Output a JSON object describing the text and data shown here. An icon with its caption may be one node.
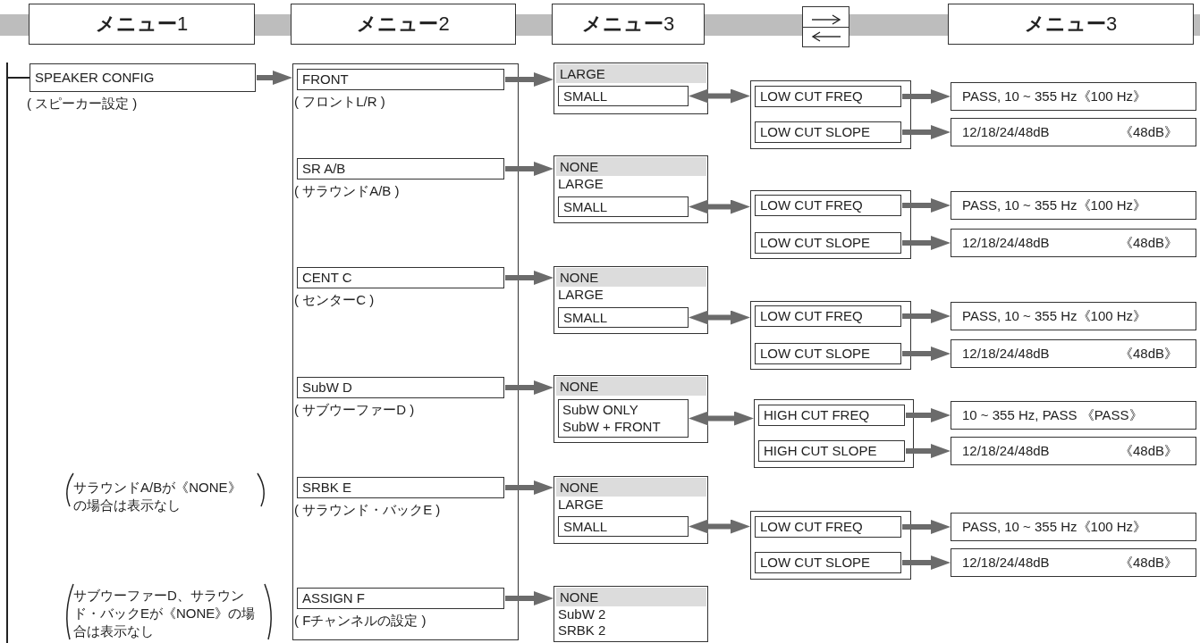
{
  "diagram": {
    "nodes": [
      {
        "text": [
          "**メニュー**1"
        ]
      },
      {
        "text": [
          "**メニュー**2"
        ]
      },
      {
        "text": [
          "**メニュー**3"
        ]
      },
      {
        "text": [],
        "shape": "box"
      },
      {
        "text": [
          "**メニュー**3"
        ]
      },
      {
        "text": [
          "SPEAKER CONFIG"
        ],
        "beside": [
          "( スピーカー設定 )"
        ]
      },
      {
        "text": [],
        "shape": "box"
      },
      {
        "text": [
          "FRONT"
        ],
        "in": 6,
        "beside": [
          "( フロントL/R )"
        ]
      },
      {
        "text": [],
        "shape": "box"
      },
      {
        "text": [
          "LARGE"
        ],
        "in": 8
      },
      {
        "text": [
          "SMALL"
        ],
        "in": 8
      },
      {
        "text": [],
        "shape": "box"
      },
      {
        "text": [
          "LOW CUT FREQ"
        ],
        "in": 11
      },
      {
        "text": [
          "LOW CUT SLOPE"
        ],
        "in": 11
      },
      {
        "text": [
          "PASS, 10 ~ 355 Hz《100 Hz》"
        ]
      },
      {
        "text": [
          "12/18/24/48dB",
          "《48dB》"
        ]
      },
      {
        "text": [
          "SR A/B"
        ],
        "in": 6,
        "beside": [
          "( サラウンドA/B )"
        ]
      },
      {
        "text": [
          "LARGE"
        ]
      },
      {
        "text": [
          "NONE"
        ],
        "in": 17
      },
      {
        "text": [
          "SMALL"
        ],
        "in": 17
      },
      {
        "text": [],
        "shape": "box"
      },
      {
        "text": [
          "LOW CUT FREQ"
        ],
        "in": 20
      },
      {
        "text": [
          "LOW CUT SLOPE"
        ],
        "in": 20
      },
      {
        "text": [
          "PASS, 10 ~ 355 Hz《100 Hz》"
        ]
      },
      {
        "text": [
          "12/18/24/48dB",
          "《48dB》"
        ]
      },
      {
        "text": [
          "CENT C"
        ],
        "in": 6,
        "beside": [
          "( センターC )"
        ]
      },
      {
        "text": [
          "LARGE"
        ]
      },
      {
        "text": [
          "NONE"
        ],
        "in": 26
      },
      {
        "text": [
          "SMALL"
        ],
        "in": 26
      },
      {
        "text": [],
        "shape": "box"
      },
      {
        "text": [
          "LOW CUT FREQ"
        ],
        "in": 29
      },
      {
        "text": [
          "LOW CUT SLOPE"
        ],
        "in": 29
      },
      {
        "text": [
          "PASS, 10 ~ 355 Hz《100 Hz》"
        ]
      },
      {
        "text": [
          "12/18/24/48dB",
          "《48dB》"
        ]
      },
      {
        "text": [
          "SubW D"
        ],
        "in": 6,
        "beside": [
          "( サブウーファーD )"
        ]
      },
      {
        "text": [],
        "shape": "box"
      },
      {
        "text": [
          "NONE"
        ],
        "in": 35
      },
      {
        "text": [
          "SubW ONLY",
          "SubW + FRONT"
        ],
        "in": 35
      },
      {
        "text": [],
        "shape": "box"
      },
      {
        "text": [
          "HIGH CUT FREQ"
        ],
        "in": 38
      },
      {
        "text": [
          "HIGH CUT SLOPE"
        ],
        "in": 38
      },
      {
        "text": [
          "10 ~ 355 Hz, PASS 《PASS》"
        ]
      },
      {
        "text": [
          "12/18/24/48dB",
          "《48dB》"
        ]
      },
      {
        "text": [
          "SRBK E"
        ],
        "in": 6,
        "beside": [
          "( サラウンド・バックE )"
        ]
      },
      {
        "text": [
          "LARGE"
        ]
      },
      {
        "text": [
          "NONE"
        ],
        "in": 44
      },
      {
        "text": [
          "SMALL"
        ],
        "in": 44
      },
      {
        "text": [],
        "shape": "box"
      },
      {
        "text": [
          "LOW CUT FREQ"
        ],
        "in": 47
      },
      {
        "text": [
          "LOW CUT SLOPE"
        ],
        "in": 47
      },
      {
        "text": [
          "PASS, 10 ~ 355 Hz《100 Hz》"
        ]
      },
      {
        "text": [
          "12/18/24/48dB",
          "《48dB》"
        ]
      },
      {
        "text": [
          "ASSIGN F"
        ],
        "in": 6,
        "beside": [
          "( Fチャンネルの設定 )"
        ]
      },
      {
        "text": [
          "SubW 2",
          "SRBK 2"
        ]
      },
      {
        "text": [
          "NONE"
        ],
        "in": 53
      }
    ],
    "edges": [
      {
        "from": 5,
        "to": 6,
        "arrow": "to"
      },
      {
        "from": 7,
        "to": 8,
        "arrow": "to"
      },
      {
        "from": 10,
        "to": 11,
        "arrow": "both"
      },
      {
        "from": 12,
        "to": 14,
        "arrow": "to"
      },
      {
        "from": 13,
        "to": 15,
        "arrow": "to"
      },
      {
        "from": 16,
        "to": 17,
        "arrow": "to"
      },
      {
        "from": 19,
        "to": 20,
        "arrow": "both"
      },
      {
        "from": 21,
        "to": 23,
        "arrow": "to"
      },
      {
        "from": 22,
        "to": 24,
        "arrow": "to"
      },
      {
        "from": 25,
        "to": 26,
        "arrow": "to"
      },
      {
        "from": 28,
        "to": 29,
        "arrow": "both"
      },
      {
        "from": 30,
        "to": 32,
        "arrow": "to"
      },
      {
        "from": 31,
        "to": 33,
        "arrow": "to"
      },
      {
        "from": 34,
        "to": 35,
        "arrow": "to"
      },
      {
        "from": 37,
        "to": 38,
        "arrow": "both"
      },
      {
        "from": 39,
        "to": 41,
        "arrow": "to"
      },
      {
        "from": 40,
        "to": 42,
        "arrow": "to"
      },
      {
        "from": 43,
        "to": 44,
        "arrow": "to"
      },
      {
        "from": 46,
        "to": 47,
        "arrow": "both"
      },
      {
        "from": 48,
        "to": 50,
        "arrow": "to"
      },
      {
        "from": 49,
        "to": 51,
        "arrow": "to"
      },
      {
        "from": 52,
        "to": 53,
        "arrow": "to"
      }
    ],
    "labels": [
      "サラウンドA/Bが《NONE》の場合は表示なし",
      "サブウーファーD、サラウンド・バックEが《NONE》の場合は表示なし"
    ]
  }
}
